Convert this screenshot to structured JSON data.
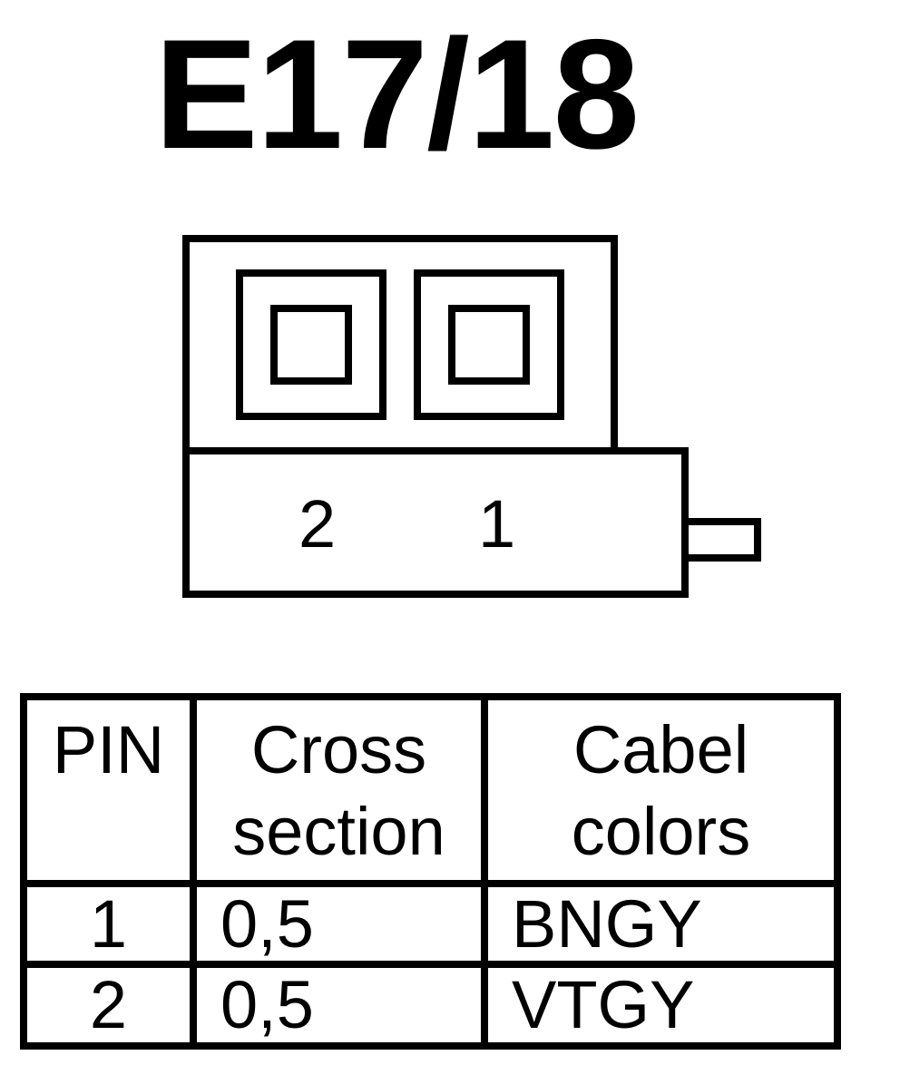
{
  "title": "E17/18",
  "connector": {
    "pin_labels": [
      "2",
      "1"
    ]
  },
  "table": {
    "headers": {
      "pin": "PIN",
      "cross_line1": "Cross",
      "cross_line2": "section",
      "color_line1": "Cabel",
      "color_line2": "colors"
    },
    "rows": [
      {
        "pin": "1",
        "cross_section": "0,5",
        "color": "BNGY"
      },
      {
        "pin": "2",
        "cross_section": "0,5",
        "color": "VTGY"
      }
    ]
  }
}
